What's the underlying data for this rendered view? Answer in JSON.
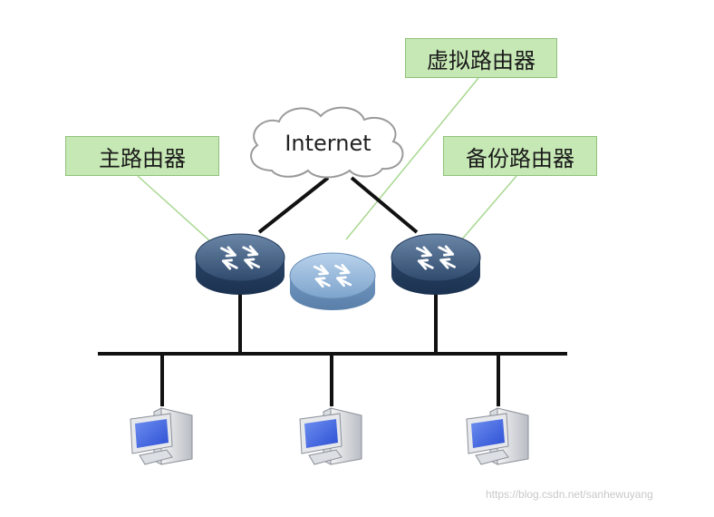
{
  "labels": {
    "virtual_router": "虚拟路由器",
    "main_router": "主路由器",
    "backup_router": "备份路由器",
    "cloud": "Internet"
  },
  "watermark": "https://blog.csdn.net/sanhewuyang",
  "colors": {
    "callout_fill": "#c6e8b4",
    "callout_border": "#8fc27a",
    "leader_line": "#a8d890",
    "router_dark": "#3a5678",
    "router_light": "#8fb4d8",
    "link": "#111111"
  },
  "icons": [
    "cloud-icon",
    "router-icon",
    "virtual-router-icon",
    "pc-icon"
  ]
}
